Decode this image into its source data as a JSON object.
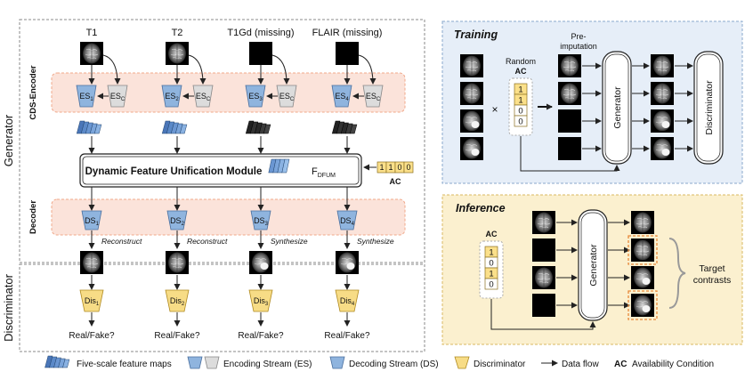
{
  "colors": {
    "encoder_blue": "#8fb4de",
    "encoder_gray": "#dcdcdc",
    "decoder_blue": "#8fb4de",
    "discriminator_yellow": "#f7dc86",
    "ac_yellow": "#fbe08a",
    "band_pink": "#fbe3da",
    "training_bg": "#e6eef8",
    "inference_bg": "#fbf0cf"
  },
  "left": {
    "generator_label": "Generator",
    "discriminator_label": "Discriminator",
    "cds_encoder_label": "CDS-Encoder",
    "decoder_label": "Decoder",
    "inputs": [
      {
        "label": "T1",
        "es": "ES",
        "es_sub": "1",
        "esc": "ES",
        "esc_sub": "C",
        "ds": "DS",
        "ds_sub": "1",
        "action": "Reconstruct",
        "dis": "Dis",
        "dis_sub": "1",
        "out": "Real/Fake?"
      },
      {
        "label": "T2",
        "es": "ES",
        "es_sub": "2",
        "esc": "ES",
        "esc_sub": "C",
        "ds": "DS",
        "ds_sub": "2",
        "action": "Reconstruct",
        "dis": "Dis",
        "dis_sub": "2",
        "out": "Real/Fake?"
      },
      {
        "label": "T1Gd (missing)",
        "es": "ES",
        "es_sub": "3",
        "esc": "ES",
        "esc_sub": "C",
        "ds": "DS",
        "ds_sub": "3",
        "action": "Synthesize",
        "dis": "Dis",
        "dis_sub": "3",
        "out": "Real/Fake?"
      },
      {
        "label": "FLAIR (missing)",
        "es": "ES",
        "es_sub": "4",
        "esc": "ES",
        "esc_sub": "C",
        "ds": "DS",
        "ds_sub": "4",
        "action": "Synthesize",
        "dis": "Dis",
        "dis_sub": "4",
        "out": "Real/Fake?"
      }
    ],
    "dfum_label": "Dynamic Feature Unification Module",
    "fdfum_main": "F",
    "fdfum_sub": "DFUM",
    "ac_bits": [
      "1",
      "1",
      "0",
      "0"
    ],
    "ac_label": "AC"
  },
  "training": {
    "title": "Training",
    "random_ac": "Random",
    "random_ac2": "AC",
    "ac_bits": [
      "1",
      "1",
      "0",
      "0"
    ],
    "times": "×",
    "pre_imputation": "Pre-",
    "pre_imputation2": "imputation",
    "generator": "Generator",
    "discriminator": "Discriminator"
  },
  "inference": {
    "title": "Inference",
    "ac_label": "AC",
    "ac_bits": [
      "1",
      "0",
      "1",
      "0"
    ],
    "generator": "Generator",
    "target_line1": "Target",
    "target_line2": "contrasts"
  },
  "legend": {
    "feature_maps": "Five-scale feature maps",
    "encoding": "Encoding Stream (ES)",
    "decoding": "Decoding Stream (DS)",
    "discriminator": "Discriminator",
    "data_flow": "Data flow",
    "ac_abbr": "AC",
    "ac_full": "Availability Condition"
  }
}
